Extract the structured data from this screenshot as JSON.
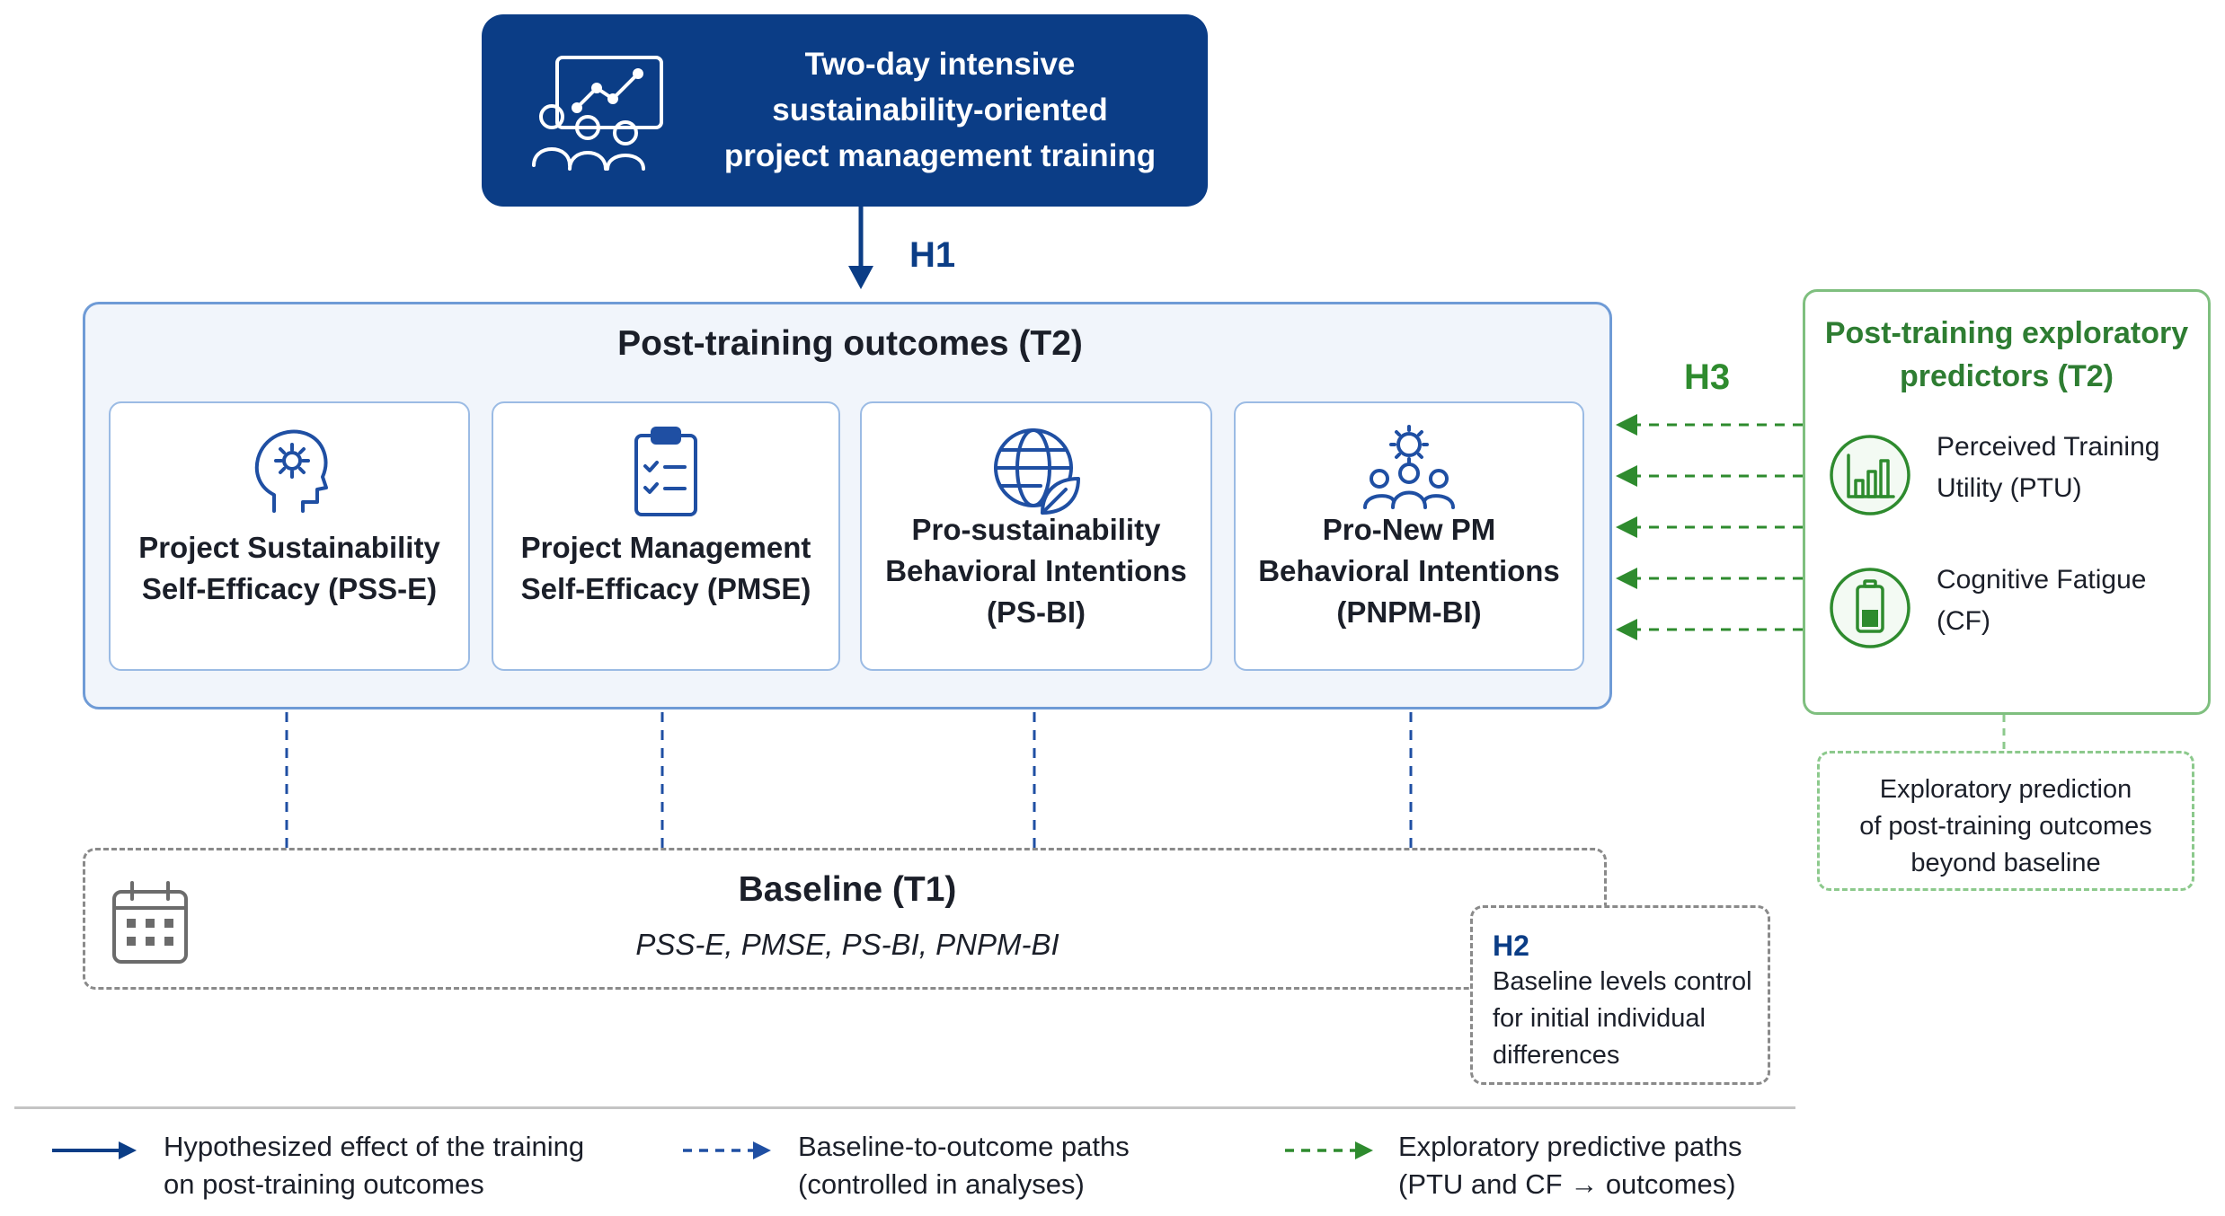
{
  "training": {
    "title_lines": [
      "Two-day intensive",
      "sustainability-oriented",
      "project management training"
    ]
  },
  "hypotheses": {
    "h1": "H1",
    "h2": "H2",
    "h3": "H3"
  },
  "outcomes": {
    "title": "Post-training outcomes (T2)",
    "cards": [
      {
        "lines": [
          "Project Sustainability",
          "Self-Efficacy (PSS-E)"
        ],
        "icon": "head-gear-icon"
      },
      {
        "lines": [
          "Project Management",
          "Self-Efficacy (PMSE)"
        ],
        "icon": "clipboard-checklist-icon"
      },
      {
        "lines": [
          "Pro-sustainability",
          "Behavioral Intentions",
          "(PS-BI)"
        ],
        "icon": "globe-leaf-icon"
      },
      {
        "lines": [
          "Pro-New PM",
          "Behavioral Intentions",
          "(PNPM-BI)"
        ],
        "icon": "team-gear-icon"
      }
    ]
  },
  "predictors": {
    "title_lines": [
      "Post-training exploratory",
      "predictors (T2)"
    ],
    "items": [
      {
        "lines": [
          "Perceived Training",
          "Utility (PTU)"
        ],
        "icon": "bar-chart-icon"
      },
      {
        "lines": [
          "Cognitive Fatigue",
          "(CF)"
        ],
        "icon": "battery-icon"
      }
    ]
  },
  "exploratory_note": {
    "lines": [
      "Exploratory prediction",
      "of post-training outcomes",
      "beyond baseline"
    ]
  },
  "baseline": {
    "title": "Baseline (T1)",
    "measures": "PSS-E, PMSE, PS-BI, PNPM-BI",
    "icon": "calendar-icon"
  },
  "h2_note": {
    "lines": [
      "Baseline levels control",
      "for initial individual",
      "differences"
    ]
  },
  "legend": [
    {
      "style": "solid-blue",
      "lines": [
        "Hypothesized effect of the training",
        "on post-training outcomes"
      ]
    },
    {
      "style": "dashed-blue",
      "lines": [
        "Baseline-to-outcome paths",
        "(controlled in analyses)"
      ]
    },
    {
      "style": "dashed-green",
      "lines": [
        "Exploratory predictive paths",
        "(PTU and CF → outcomes)"
      ]
    }
  ],
  "colors": {
    "navy": "#0b3d86",
    "blue_dashed": "#1f4fa3",
    "green": "#2e8b2e",
    "panel_bg": "#f1f5fb",
    "grey_dashed": "#8a8a8a"
  }
}
